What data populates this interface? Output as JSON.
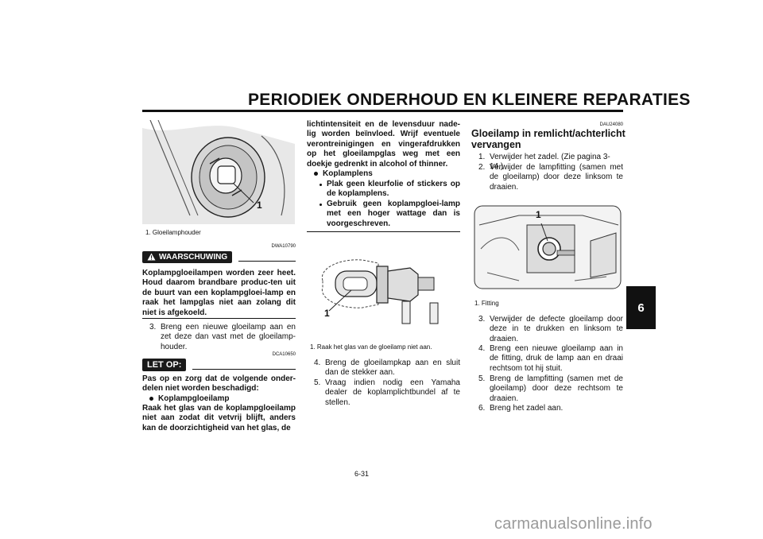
{
  "header": {
    "title": "PERIODIEK ONDERHOUD EN KLEINERE REPARATIES"
  },
  "tab": {
    "number": "6"
  },
  "col1": {
    "figure_callout": "1",
    "caption": "1. Gloeilamphouder",
    "warning_code": "DWA10790",
    "warning_label": "WAARSCHUWING",
    "warning_text": "Koplampgloeilampen worden zeer heet. Houd daarom brandbare produc-ten uit de buurt van een koplampgloei-lamp en raak het lampglas niet aan zolang dit niet is afgekoeld.",
    "step3_num": "3.",
    "step3_text": "Breng een nieuwe gloeilamp aan en zet deze dan vast met de gloeilamp-houder.",
    "note_code": "DCA10650",
    "note_label": "LET OP:",
    "note_intro": "Pas op en zorg dat de volgende onder-delen niet worden beschadigd:",
    "note_bullet": "Koplampgloeilamp",
    "note_text": "Raak het glas van de koplampgloeilamp niet aan zodat dit vetvrij blijft, anders kan de doorzichtigheid van het glas, de"
  },
  "col2": {
    "cont_text": "lichtintensiteit en de levensduur nade-lig worden beïnvloed. Wrijf eventuele verontreinigingen en vingerafdrukken op het gloeilampglas weg met een doekje gedrenkt in alcohol of thinner.",
    "bullet": "Koplamplens",
    "sub1": "Plak geen kleurfolie of stickers op de koplamplens.",
    "sub2": "Gebruik geen koplampgloei-lamp met een hoger wattage dan is voorgeschreven.",
    "figure_callout": "1",
    "caption": "1. Raak het glas van de gloeilamp niet aan.",
    "step4_num": "4.",
    "step4_text": "Breng de gloeilampkap aan en sluit dan de stekker aan.",
    "step5_num": "5.",
    "step5_text": "Vraag indien nodig een Yamaha dealer de koplamplichtbundel af te stellen."
  },
  "col3": {
    "code": "DAU24080",
    "heading_line1": "Gloeilamp in remlicht/achterlicht",
    "heading_line2": "vervangen",
    "step1_num": "1.",
    "step1_text": "Verwijder het zadel. (Zie pagina 3-14.)",
    "step2_num": "2.",
    "step2_text": "Verwijder de lampfitting (samen met de gloeilamp) door deze linksom te draaien.",
    "figure_callout": "1",
    "caption": "1. Fitting",
    "step3_num": "3.",
    "step3_text": "Verwijder de defecte gloeilamp door deze in te drukken en linksom te draaien.",
    "step4_num": "4.",
    "step4_text": "Breng een nieuwe gloeilamp aan in de fitting, druk de lamp aan en draai rechtsom tot hij stuit.",
    "step5_num": "5.",
    "step5_text": "Breng de lampfitting (samen met de gloeilamp) door deze rechtsom te draaien.",
    "step6_num": "6.",
    "step6_text": "Breng het zadel aan."
  },
  "footer": {
    "page": "6-31"
  },
  "watermark": {
    "text": "carmanualsonline.info"
  }
}
